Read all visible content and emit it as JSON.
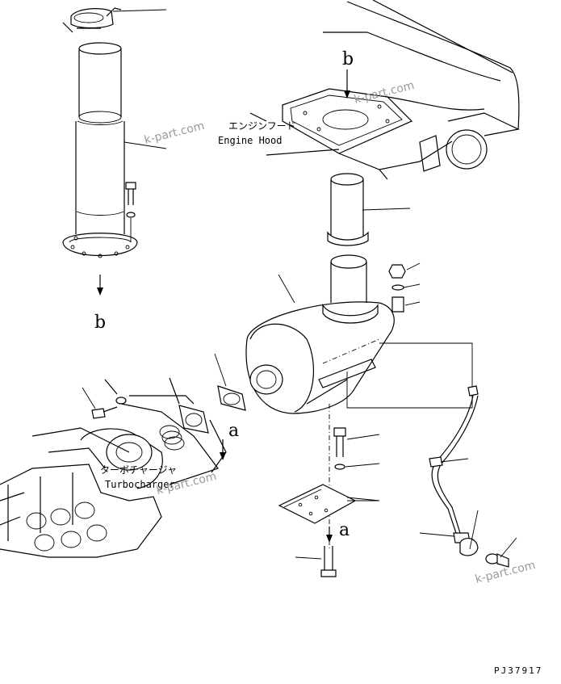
{
  "labels": {
    "engine_hood_jp": "エンジンフード",
    "engine_hood_en": "Engine Hood",
    "turbocharger_jp": "ターボチャージャ",
    "turbocharger_en": "Turbocharger",
    "ref_b_top": "b",
    "ref_b_bottom": "b",
    "ref_a_right": "a",
    "ref_a_bottom": "a"
  },
  "watermarks": [
    "k-part.com",
    "k-part.com",
    "k-part.com",
    "k-part.com"
  ],
  "drawing_code": "PJ37917"
}
